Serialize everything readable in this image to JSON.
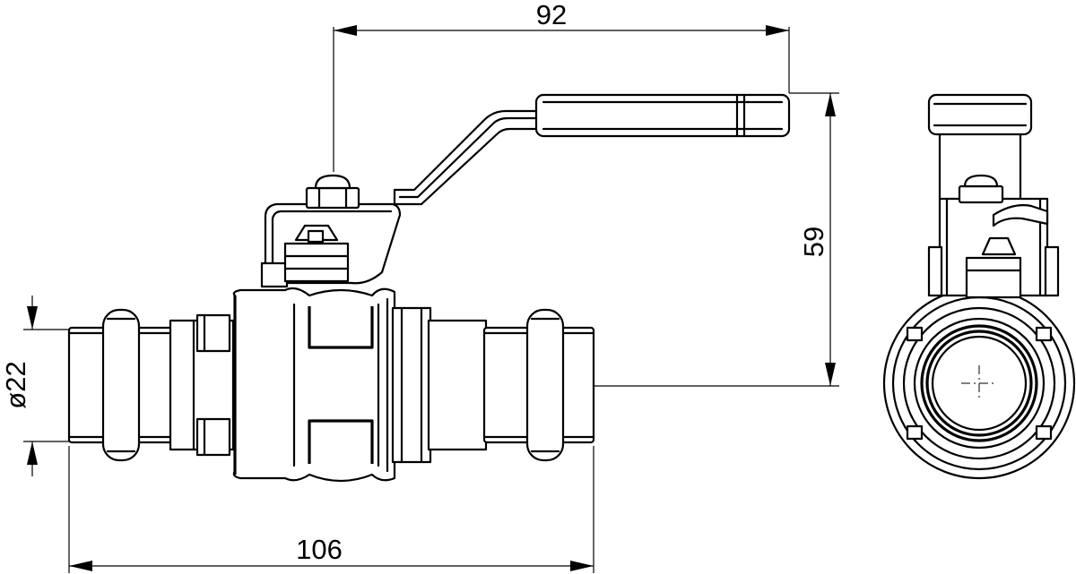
{
  "dimensions": {
    "handle_reach": "92",
    "height": "59",
    "pipe_diameter": "ø22",
    "overall_length": "106"
  },
  "colors": {
    "line": "#000000",
    "background": "#ffffff"
  }
}
